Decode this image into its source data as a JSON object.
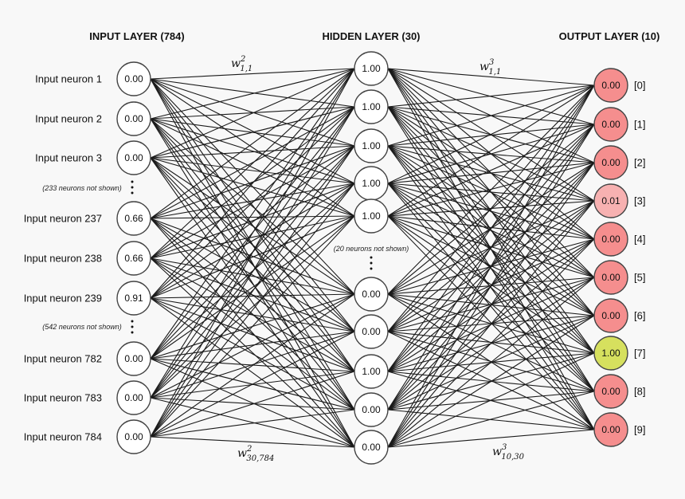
{
  "layers": {
    "input_title": "INPUT LAYER (784)",
    "hidden_title": "HIDDEN LAYER (30)",
    "output_title": "OUTPUT LAYER (10)"
  },
  "input_neurons": [
    {
      "label": "Input neuron 1",
      "value": "0.00"
    },
    {
      "label": "Input neuron 2",
      "value": "0.00"
    },
    {
      "label": "Input neuron 3",
      "value": "0.00"
    },
    {
      "label": "Input neuron 237",
      "value": "0.66"
    },
    {
      "label": "Input neuron 238",
      "value": "0.66"
    },
    {
      "label": "Input neuron 239",
      "value": "0.91"
    },
    {
      "label": "Input neuron 782",
      "value": "0.00"
    },
    {
      "label": "Input neuron 783",
      "value": "0.00"
    },
    {
      "label": "Input neuron 784",
      "value": "0.00"
    }
  ],
  "input_notes": [
    "(233 neurons not shown)",
    "(542 neurons not shown)"
  ],
  "hidden_neurons": [
    "1.00",
    "1.00",
    "1.00",
    "1.00",
    "1.00",
    "0.00",
    "0.00",
    "1.00",
    "0.00",
    "0.00"
  ],
  "hidden_note": "(20 neurons not shown)",
  "output_neurons": [
    {
      "label": "[0]",
      "value": "0.00",
      "color": "#f58e8e"
    },
    {
      "label": "[1]",
      "value": "0.00",
      "color": "#f58e8e"
    },
    {
      "label": "[2]",
      "value": "0.00",
      "color": "#f58e8e"
    },
    {
      "label": "[3]",
      "value": "0.01",
      "color": "#f7b1b1"
    },
    {
      "label": "[4]",
      "value": "0.00",
      "color": "#f58e8e"
    },
    {
      "label": "[5]",
      "value": "0.00",
      "color": "#f58e8e"
    },
    {
      "label": "[6]",
      "value": "0.00",
      "color": "#f58e8e"
    },
    {
      "label": "[7]",
      "value": "1.00",
      "color": "#d6e05e"
    },
    {
      "label": "[8]",
      "value": "0.00",
      "color": "#f58e8e"
    },
    {
      "label": "[9]",
      "value": "0.00",
      "color": "#f58e8e"
    }
  ],
  "weights": {
    "top_left": {
      "base": "w",
      "sup": "2",
      "sub": "1,1"
    },
    "bottom_left": {
      "base": "w",
      "sup": "2",
      "sub": "30,784"
    },
    "top_right": {
      "base": "w",
      "sup": "3",
      "sub": "1,1"
    },
    "bottom_right": {
      "base": "w",
      "sup": "3",
      "sub": "10,30"
    }
  }
}
